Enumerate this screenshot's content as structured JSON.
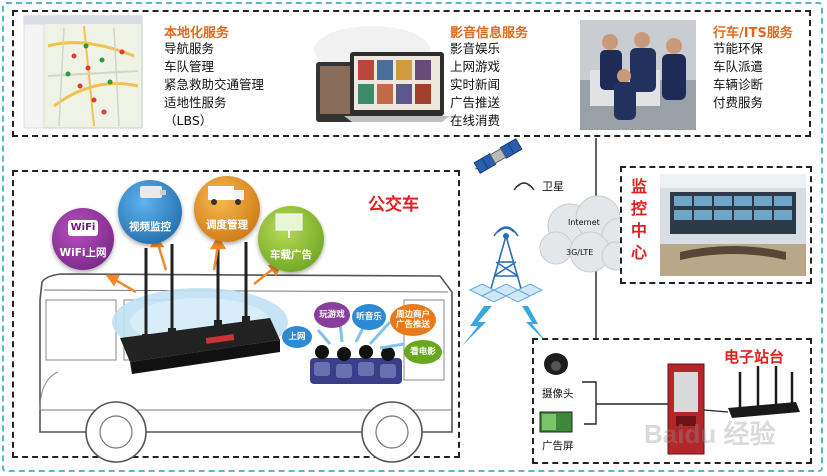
{
  "services": {
    "local": {
      "title": "本地化服务",
      "items": [
        "导航服务",
        "车队管理",
        "紧急救助交通管理",
        "适地性服务",
        "（LBS）"
      ]
    },
    "media": {
      "title": "影音信息服务",
      "items": [
        "影音娱乐",
        "上网游戏",
        "实时新闻",
        "广告推送",
        "在线消费"
      ]
    },
    "its": {
      "title": "行车/ITS服务",
      "items": [
        "节能环保",
        "车队派遣",
        "车辆诊断",
        "付费服务"
      ]
    }
  },
  "bus": {
    "title": "公交车",
    "bubbles": [
      "WiFi上网",
      "视频监控",
      "调度管理",
      "车载广告"
    ],
    "wifi_logo": "WiFi",
    "clouds": [
      "玩游戏",
      "听音乐",
      "周边商户广告推送",
      "上网",
      "看电影"
    ]
  },
  "network": {
    "satellite": "卫星",
    "internet": "Internet",
    "lte": "3G/LTE"
  },
  "monitor_center": {
    "title_chars": [
      "监",
      "控",
      "中",
      "心"
    ]
  },
  "station": {
    "title": "电子站台",
    "camera": "摄像头",
    "ad_screen": "广告屏"
  },
  "watermark": {
    "text": "Baidu 经验"
  },
  "colors": {
    "accent_orange": "#e06a1c",
    "accent_red": "#e0201e",
    "outer_border": "#57b6d3",
    "bubble_wifi": "#7d2a8a",
    "bubble_video": "#1f7fc8",
    "bubble_dispatch": "#e38a16",
    "bubble_ad": "#7fb228"
  }
}
